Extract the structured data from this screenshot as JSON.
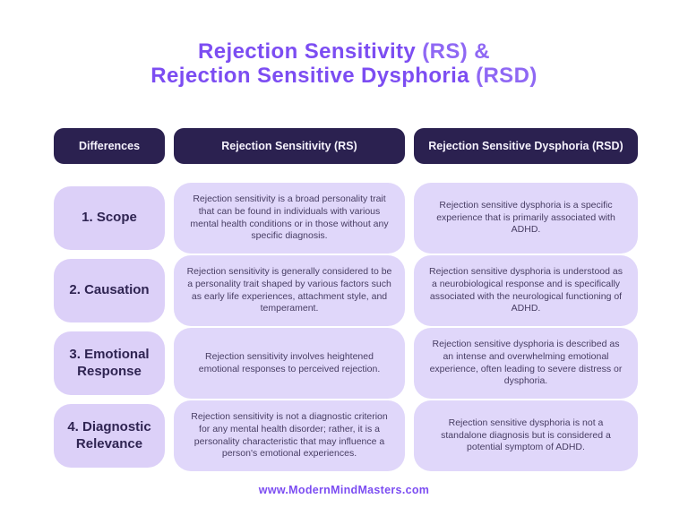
{
  "page": {
    "background": "#FFFFFF"
  },
  "title": {
    "line1_main": "Rejection Sensitivity",
    "line1_suffix": "(RS) &",
    "line2_main": "Rejection Sensitive Dysphoria",
    "line2_suffix": "(RSD)",
    "main_color": "#7C4DF2",
    "suffix_color": "#8F68F4"
  },
  "table": {
    "columns": [
      "Differences",
      "Rejection Sensitivity (RS)",
      "Rejection Sensitive Dysphoria (RSD)"
    ],
    "colors": {
      "header_bg": "#2B2150",
      "header_text": "#F5F2FC",
      "label_cell_bg": "#DCD0F8",
      "content_cell_bg": "#E0D7FA",
      "label_text": "#2F2452",
      "content_text": "#473D63"
    },
    "rows": [
      {
        "label": "1. Scope",
        "rs": "Rejection sensitivity is a broad personality trait that can be found in individuals with various mental health conditions or in those without any specific diagnosis.",
        "rsd": "Rejection sensitive dysphoria is a specific experience that is primarily associated with ADHD."
      },
      {
        "label": "2. Causation",
        "rs": "Rejection sensitivity is generally considered to be a personality trait shaped by various factors such as early life experiences, attachment style, and temperament.",
        "rsd": "Rejection sensitive dysphoria is understood as a neurobiological response and is specifically associated with the neurological functioning of ADHD."
      },
      {
        "label": "3. Emotional Response",
        "rs": "Rejection sensitivity involves heightened emotional responses to perceived rejection.",
        "rsd": "Rejection sensitive dysphoria is described as an intense and overwhelming emotional experience, often leading to severe distress or dysphoria."
      },
      {
        "label": "4. Diagnostic Relevance",
        "rs": "Rejection sensitivity is not a diagnostic criterion for any mental health disorder; rather, it is a personality characteristic that may influence a person's emotional experiences.",
        "rsd": "Rejection sensitive dysphoria is not a standalone diagnosis but is considered a potential symptom of ADHD."
      }
    ]
  },
  "footer": {
    "url": "www.ModernMindMasters.com",
    "color": "#7C4DF2"
  }
}
